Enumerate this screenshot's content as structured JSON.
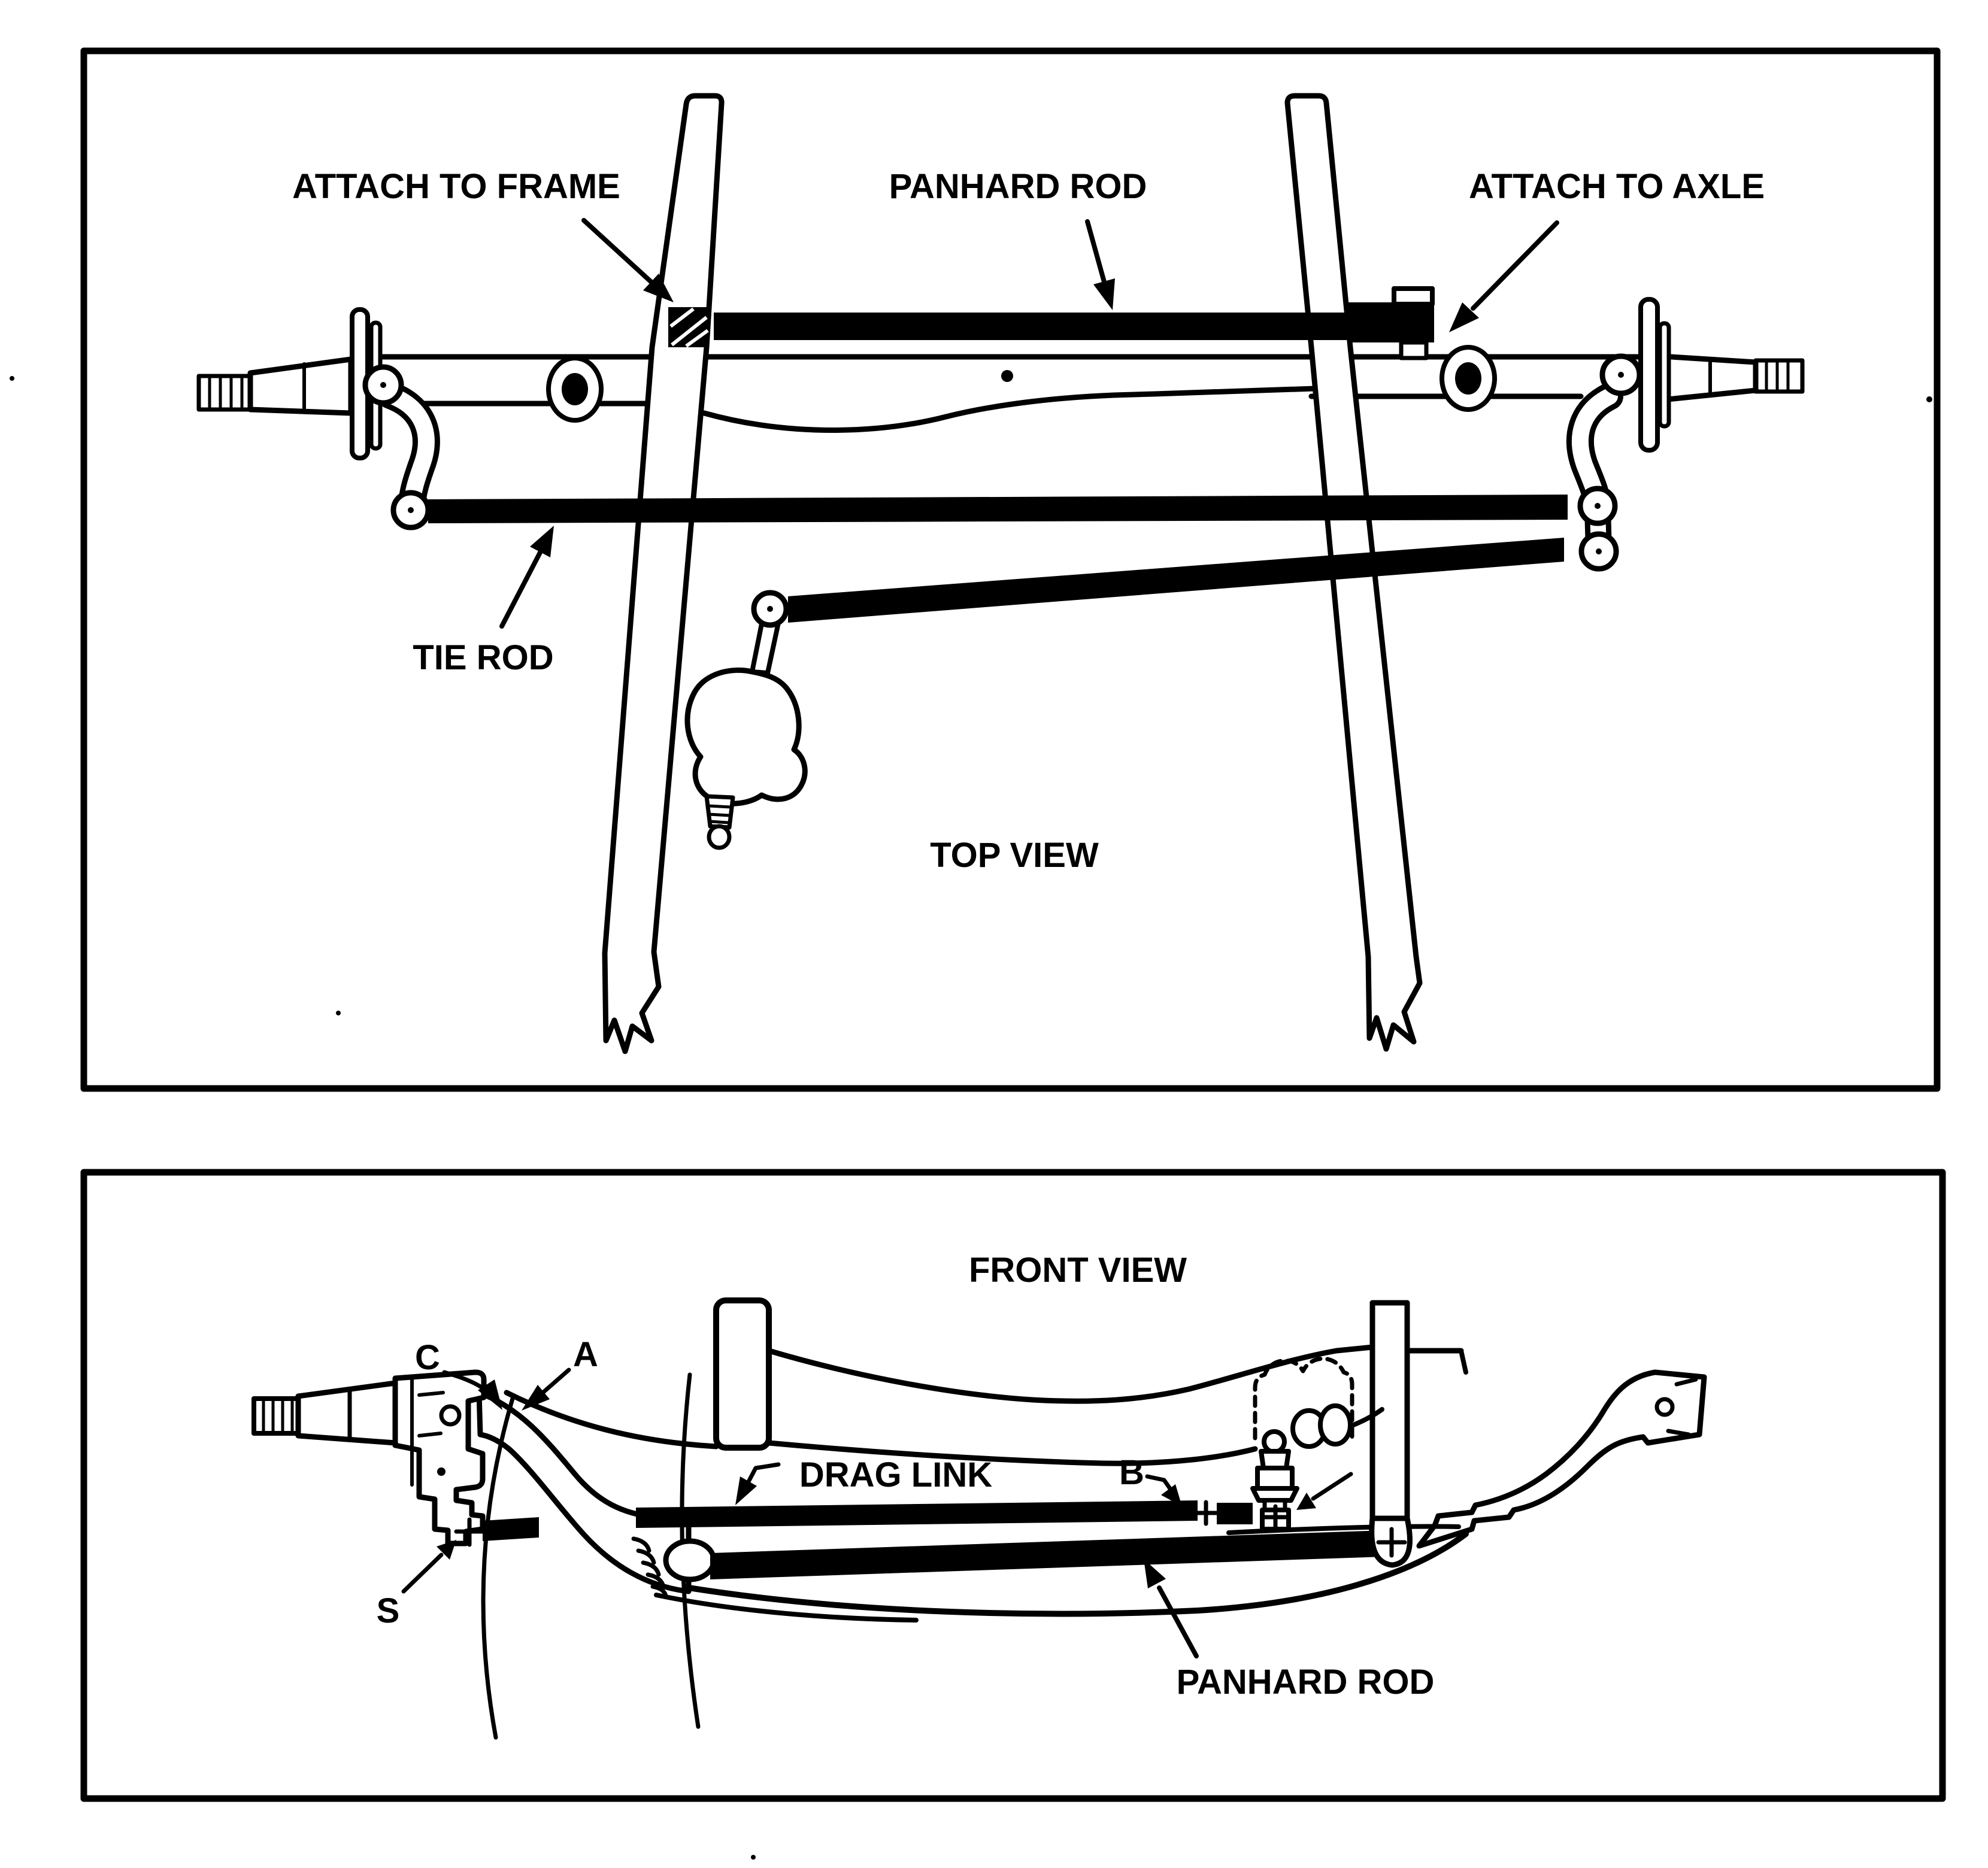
{
  "figure": {
    "kind": "steering-and-suspension-linkage-line-diagram",
    "colors": {
      "paper": "#ffffff",
      "ink": "#000000"
    },
    "panels": [
      {
        "id": "top-view",
        "caption": "TOP VIEW",
        "labels": {
          "attach_to_frame": "ATTACH TO FRAME",
          "panhard_rod": "PANHARD ROD",
          "attach_to_axle": "ATTACH TO AXLE",
          "tie_rod": "TIE ROD"
        }
      },
      {
        "id": "front-view",
        "caption": "FRONT VIEW",
        "labels": {
          "point_c": "C",
          "point_a": "A",
          "point_b": "B",
          "point_s": "S",
          "drag_link": "DRAG LINK",
          "panhard_rod": "PANHARD ROD"
        }
      }
    ]
  }
}
